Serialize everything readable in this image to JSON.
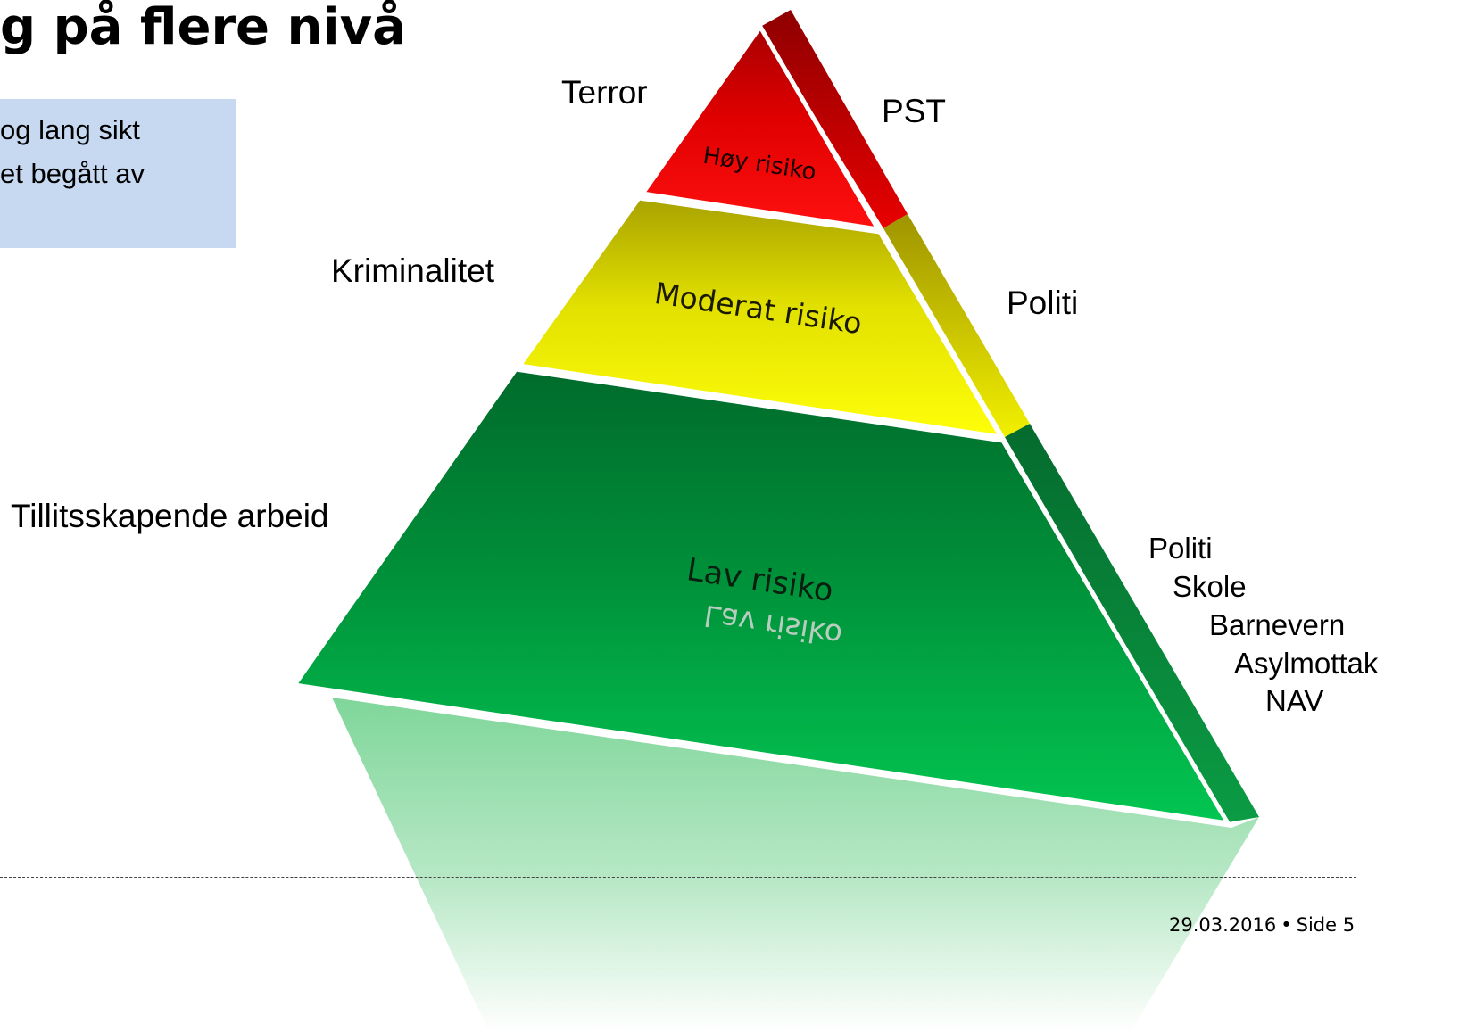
{
  "title": "g på flere nivå",
  "info_box": {
    "line1": "og lang sikt",
    "line2": "et begått av"
  },
  "pyramid": {
    "tiers": [
      {
        "label": "Høy risiko",
        "domain": "Terror",
        "agency": "PST",
        "color": "#e80000"
      },
      {
        "label": "Moderat risiko",
        "domain": "Kriminalitet",
        "agency": "Politi",
        "color": "#e6e600"
      },
      {
        "label": "Lav risiko",
        "domain": "Tillitsskapende arbeid",
        "color": "#0aa23e"
      }
    ],
    "reflection_label": "Lav risiko",
    "base_agencies": [
      "Politi",
      "Skole",
      "Barnevern",
      "Asylmottak",
      "NAV"
    ]
  },
  "footer": {
    "date": "29.03.2016",
    "separator": "•",
    "page": "Side 5"
  }
}
